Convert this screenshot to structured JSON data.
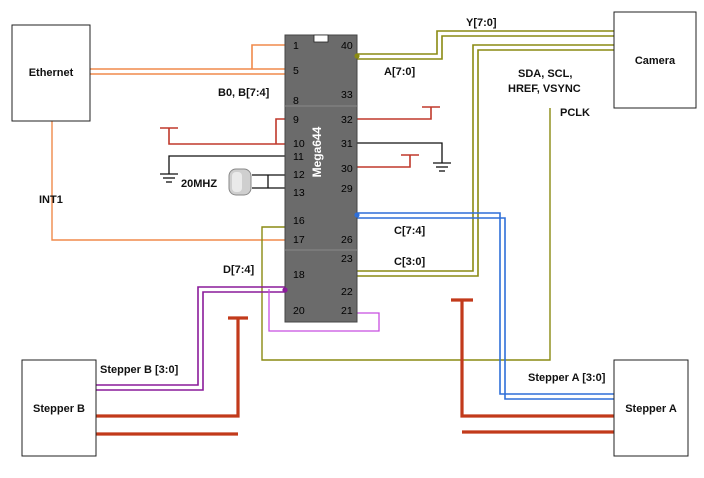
{
  "boxes": {
    "ethernet": "Ethernet",
    "camera": "Camera",
    "stepper_b": "Stepper B",
    "stepper_a": "Stepper A"
  },
  "chip": {
    "name": "Mega644",
    "pins": {
      "p1": "1",
      "p5": "5",
      "p8": "8",
      "p9": "9",
      "p10": "10",
      "p11": "11",
      "p12": "12",
      "p13": "13",
      "p16": "16",
      "p17": "17",
      "p18": "18",
      "p20": "20",
      "p40": "40",
      "p33": "33",
      "p32": "32",
      "p31": "31",
      "p30": "30",
      "p29": "29",
      "p26": "26",
      "p23": "23",
      "p22": "22",
      "p21": "21"
    }
  },
  "labels": {
    "y70": "Y[7:0]",
    "a70": "A[7:0]",
    "sda": "SDA, SCL,",
    "href": "HREF, VSYNC",
    "pclk": "PCLK",
    "b0": "B0, B[7:4]",
    "int1": "INT1",
    "crystal": "20MHZ",
    "c74": "C[7:4]",
    "c30": "C[3:0]",
    "d74": "D[7:4]",
    "stepper_b30": "Stepper B [3:0]",
    "stepper_a30": "Stepper A [3:0]"
  },
  "colors": {
    "orange": "#f08a4b",
    "red": "#c0392b",
    "dark_red": "#c23a1b",
    "olive": "#8a8a12",
    "blue": "#2f6fd8",
    "purple": "#8a1a9a",
    "violet": "#c84ee0",
    "chip": "#6b6b6b"
  }
}
